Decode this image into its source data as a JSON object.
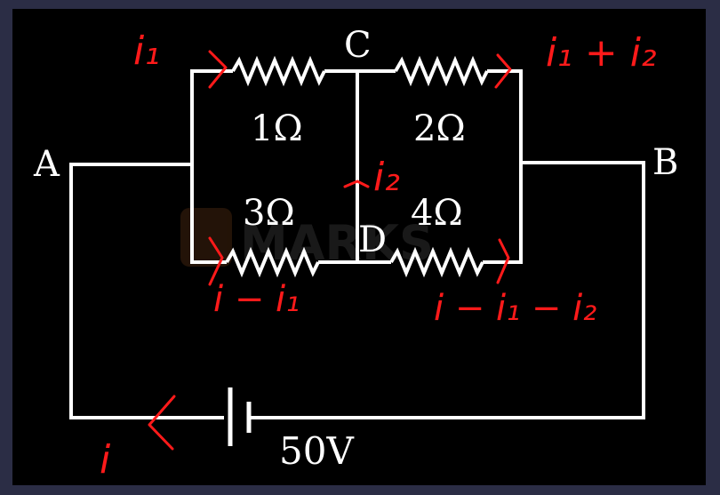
{
  "diagram": {
    "nodes": {
      "a": "A",
      "b": "B",
      "c": "C",
      "d": "D"
    },
    "resistors": {
      "r1": "1Ω",
      "r2": "2Ω",
      "r3": "3Ω",
      "r4": "4Ω"
    },
    "battery": "50V",
    "watermark": "MARKS"
  },
  "annotations": {
    "i_total": "i",
    "i1_top": "i₁",
    "i1_plus_i2": "i₁ + i₂",
    "i2_mid": "i₂",
    "i_minus_i1": "i − i₁",
    "i_minus_i1_minus_i2": "i − i₁ − i₂"
  },
  "colors": {
    "frame": "#2b2d45",
    "panel": "#000000",
    "wire": "#ffffff",
    "ink": "#ff1a1a"
  }
}
